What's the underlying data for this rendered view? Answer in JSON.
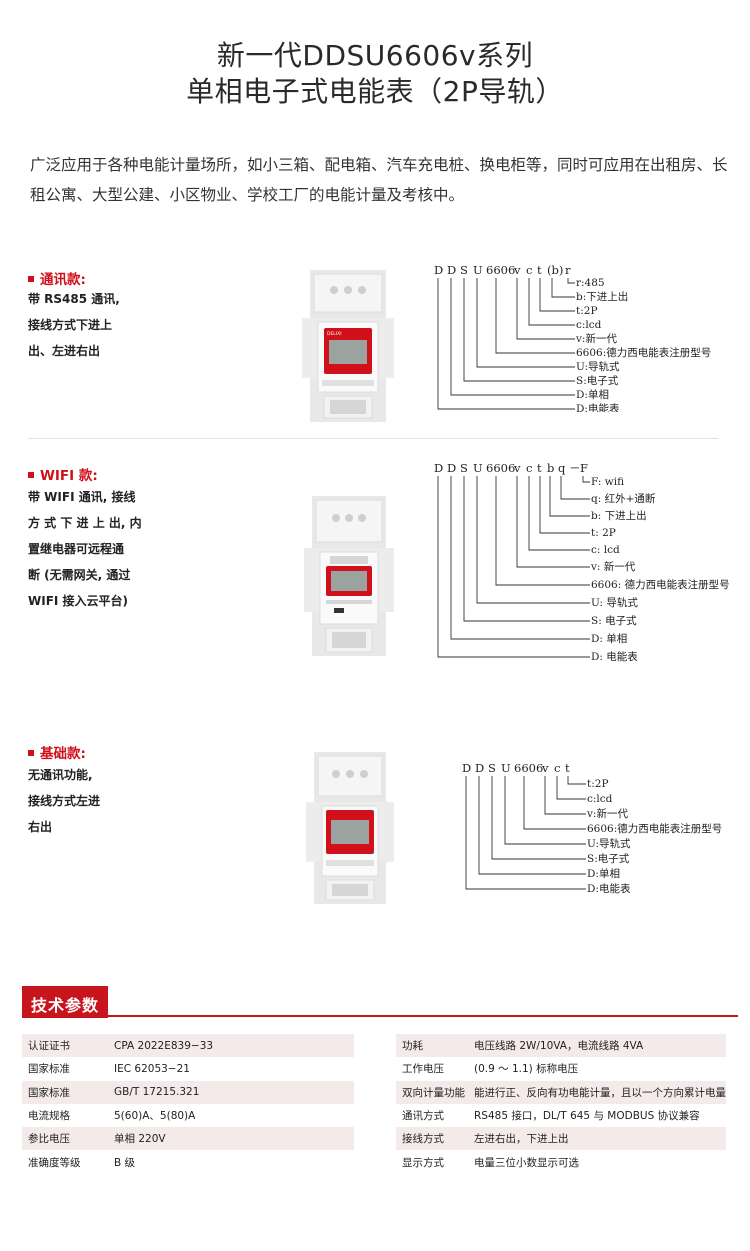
{
  "header": {
    "title_line1": "新一代DDSU6606v系列",
    "title_line2": "单相电子式电能表（2P导轨）"
  },
  "intro": {
    "text": "广泛应用于各种电能计量场所，如小三箱、配电箱、汽车充电桩、换电柜等，同时可应用在出租房、长租公寓、大型公建、小区物业、学校工厂的电能计量及考核中。"
  },
  "sections": [
    {
      "title": "通讯款:",
      "desc_lines": [
        "带 RS485 通讯,",
        "接线方式下进上",
        "出、左进右出"
      ],
      "code_letters": [
        "D",
        "D",
        "S",
        "U",
        "6606",
        "v",
        "c",
        "t",
        "(b)",
        "r"
      ],
      "labels": [
        "r:485",
        "b:下进上出",
        "t:2P",
        "c:lcd",
        "v:新一代",
        "6606:德力西电能表注册型号",
        "U:导轨式",
        "S:电子式",
        "D:单相",
        "D:电能表"
      ]
    },
    {
      "title": "WIFI 款:",
      "desc_lines": [
        "带 WIFI 通讯, 接线",
        "方 式 下 进 上 出, 内",
        "置继电器可远程通",
        "断 (无需网关, 通过",
        "WIFI 接入云平台)"
      ],
      "code_letters": [
        "D",
        "D",
        "S",
        "U",
        "6606",
        "v",
        "c",
        "t",
        "b",
        "q",
        "－",
        "F"
      ],
      "labels": [
        "F: wifi",
        "q: 红外+通断",
        "b: 下进上出",
        "t: 2P",
        "c: lcd",
        "v: 新一代",
        "6606: 德力西电能表注册型号",
        "U: 导轨式",
        "S: 电子式",
        "D: 单相",
        "D: 电能表"
      ]
    },
    {
      "title": "基础款:",
      "desc_lines": [
        "无通讯功能,",
        "接线方式左进",
        "右出"
      ],
      "code_letters": [
        "D",
        "D",
        "S",
        "U",
        "6606",
        "v",
        "c",
        "t"
      ],
      "labels": [
        "t:2P",
        "c:lcd",
        "v:新一代",
        "6606:德力西电能表注册型号",
        "U:导轨式",
        "S:电子式",
        "D:单相",
        "D:电能表"
      ]
    }
  ],
  "device": {
    "brand": "DELIXI",
    "accent_color": "#d0101a"
  },
  "params": {
    "title": "技术参数",
    "left": [
      [
        "认证证书",
        "CPA  2022E839−33"
      ],
      [
        "国家标准",
        "IEC  62053−21"
      ],
      [
        "国家标准",
        "GB/T  17215.321"
      ],
      [
        "电流规格",
        "5(60)A、5(80)A"
      ],
      [
        "参比电压",
        "单相 220V"
      ],
      [
        "准确度等级",
        "B 级"
      ]
    ],
    "right": [
      [
        "功耗",
        "电压线路 2W/10VA，电流线路 4VA"
      ],
      [
        "工作电压",
        "(0.9 ～ 1.1) 标称电压"
      ],
      [
        "双向计量功能",
        "能进行正、反向有功电能计量，且以一个方向累计电量"
      ],
      [
        "通讯方式",
        "RS485 接口，DL/T  645 与 MODBUS 协议兼容"
      ],
      [
        "接线方式",
        "左进右出，下进上出"
      ],
      [
        "显示方式",
        "电量三位小数显示可选"
      ]
    ]
  }
}
